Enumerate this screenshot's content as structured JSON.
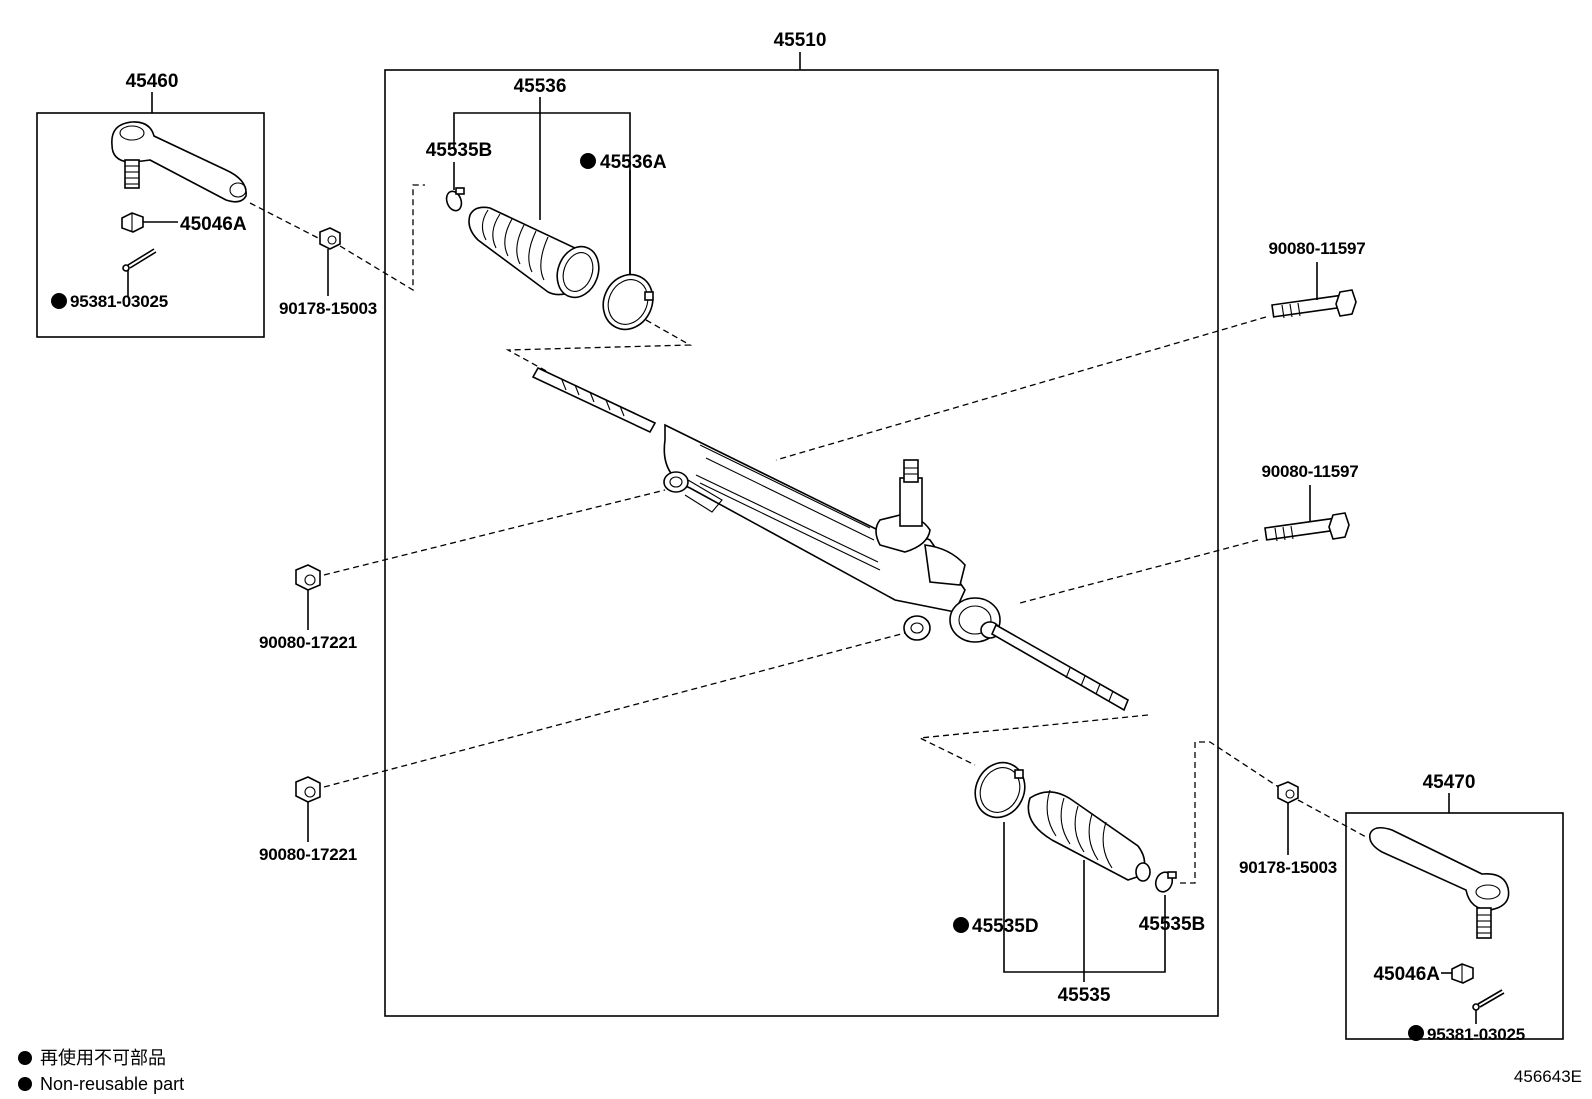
{
  "labels": {
    "assembly": "45510",
    "tie_rod_end_left": "45460",
    "tie_rod_end_right": "45470",
    "boot_kit_upper": "45536",
    "boot_kit_lower": "45535",
    "clamp_upper": "45535B",
    "clamp_lower": "45535B",
    "band_upper": "45536A",
    "band_lower": "45535D",
    "nut_left": "45046A",
    "nut_right": "45046A",
    "cotter_pin_left": "95381-03025",
    "cotter_pin_right": "95381-03025",
    "lock_nut_left": "90178-15003",
    "lock_nut_right": "90178-15003",
    "bolt_upper": "90080-11597",
    "bolt_lower": "90080-11597",
    "mount_nut_upper": "90080-17221",
    "mount_nut_lower": "90080-17221"
  },
  "legend": {
    "japanese": "再使用不可部品",
    "english": "Non-reusable part"
  },
  "reference_number": "456643E"
}
